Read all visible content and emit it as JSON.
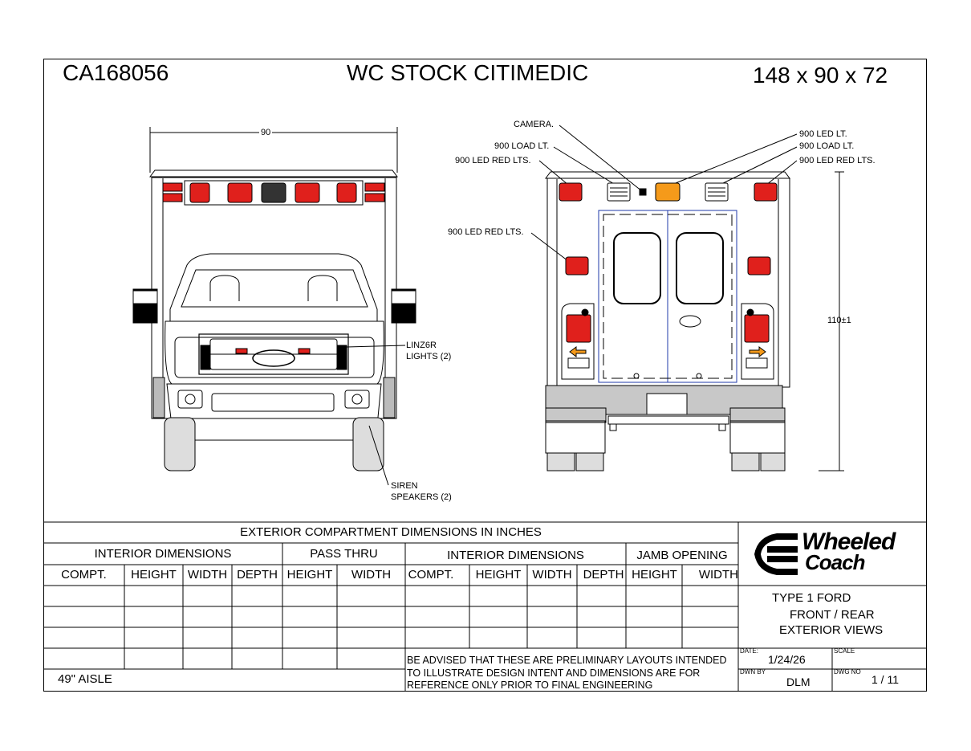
{
  "header": {
    "code": "CA168056",
    "title": "WC STOCK CITIMEDIC",
    "size": "148 x 90 x 72"
  },
  "front_view": {
    "width_dim": "90",
    "callouts": {
      "linz_1": "LINZ6R",
      "linz_2": "LIGHTS (2)",
      "siren_1": "SIREN",
      "siren_2": "SPEAKERS (2)"
    }
  },
  "rear_view": {
    "height_dim": "110±1",
    "callouts": {
      "camera": "CAMERA.",
      "load_left": "900 LOAD LT.",
      "red_left_top": "900 LED RED LTS.",
      "red_left_mid": "900 LED RED LTS.",
      "led_right": "900 LED LT.",
      "load_right": "900 LOAD LT.",
      "red_right": "900 LED RED LTS."
    }
  },
  "table": {
    "title": "EXTERIOR COMPARTMENT DIMENSIONS IN INCHES",
    "group_interior_1": "INTERIOR DIMENSIONS",
    "group_pass_thru": "PASS THRU",
    "group_interior_2": "INTERIOR DIMENSIONS",
    "group_jamb": "JAMB OPENING",
    "columns": [
      "COMPT.",
      "HEIGHT",
      "WIDTH",
      "DEPTH",
      "HEIGHT",
      "WIDTH",
      "COMPT.",
      "HEIGHT",
      "WIDTH",
      "DEPTH",
      "HEIGHT",
      "WIDTH"
    ],
    "aisle": "49\" AISLE",
    "notice": [
      "BE ADVISED THAT THESE ARE PRELIMINARY LAYOUTS INTENDED",
      "TO ILLUSTRATE DESIGN INTENT AND DIMENSIONS  ARE FOR",
      "REFERENCE ONLY PRIOR TO FINAL ENGINEERING"
    ]
  },
  "title_block": {
    "logo_line1": "Wheeled",
    "logo_line2": "Coach",
    "desc_line1": "TYPE 1 FORD",
    "desc_line2": "FRONT / REAR",
    "desc_line3": "EXTERIOR VIEWS",
    "date_label": "DATE:",
    "date": "1/24/26",
    "scale_label": "SCALE",
    "dwn_label": "DWN BY",
    "dwn": "DLM",
    "dwg_label": "DWG NO",
    "dwg": "1 / 11"
  },
  "colors": {
    "red_light": "#e0201c",
    "amber_light": "#f59a1a",
    "blue_line": "#1f3aa8"
  }
}
